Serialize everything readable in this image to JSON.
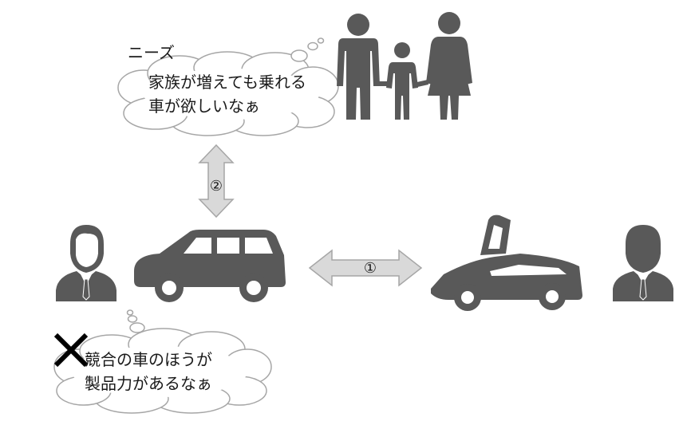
{
  "needs_label": "ニーズ",
  "customer_bubble": {
    "line1": "家族が増えても乗れる",
    "line2": "車が欲しいなぁ"
  },
  "competitor_bubble": {
    "line1": "競合の車のほうが",
    "line2": "製品力があるなぁ"
  },
  "arrow_vertical_label": "②",
  "arrow_horizontal_label": "①",
  "colors": {
    "icon": "#595959",
    "arrow_fill": "#d9d9d9",
    "arrow_stroke": "#a6a6a6",
    "cloud_stroke": "#a6a6a6",
    "cross": "#000000"
  },
  "icons": [
    "family-icon",
    "businessman-icon",
    "station-wagon-car-icon",
    "sports-car-icon",
    "businessman-silhouette-icon",
    "cross-mark-icon"
  ]
}
